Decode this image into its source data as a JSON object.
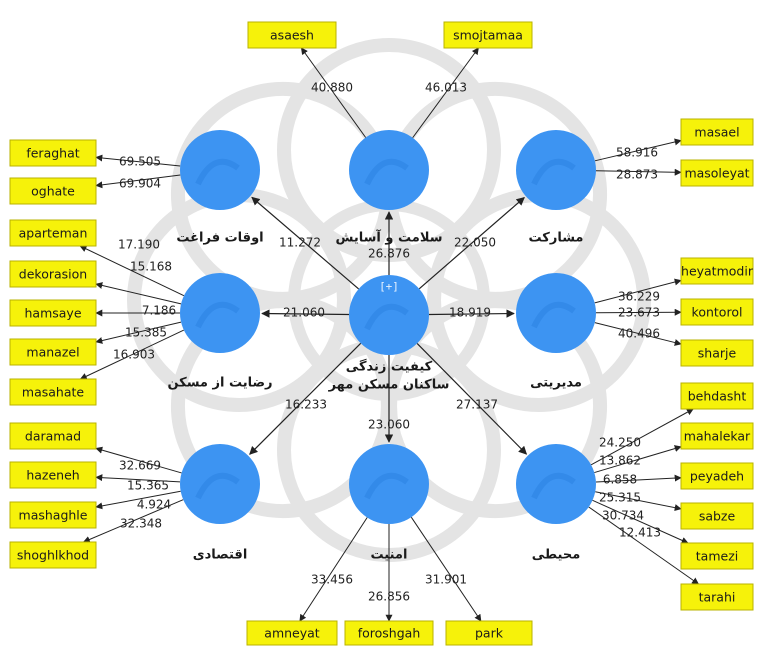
{
  "colors": {
    "construct": "#3d94f2",
    "construct_dark": "#2a7fe0",
    "indicator_fill": "#f6f20a",
    "indicator_border": "#b9b300",
    "arrow": "#222222",
    "watermark": "#e4e4e4"
  },
  "center": {
    "label_line1": "کیفیت زندگی",
    "label_line2": "ساکنان مسکن مهر",
    "expand_symbol": "[+]"
  },
  "constructs": [
    {
      "id": "salamat",
      "label": "سلامت و آسایش"
    },
    {
      "id": "oghat",
      "label": "اوقات فراغت"
    },
    {
      "id": "mosharekat",
      "label": "مشارکت"
    },
    {
      "id": "rezayat",
      "label": "رضایت از مسکن"
    },
    {
      "id": "modiriati",
      "label": "مدیریتی"
    },
    {
      "id": "eghtesadi",
      "label": "اقتصادی"
    },
    {
      "id": "amniat",
      "label": "امنیت"
    },
    {
      "id": "mohiti",
      "label": "محیطی"
    }
  ],
  "paths": [
    {
      "to": "salamat",
      "value": "26.876"
    },
    {
      "to": "oghat",
      "value": "11.272"
    },
    {
      "to": "mosharekat",
      "value": "22.050"
    },
    {
      "to": "rezayat",
      "value": "21.060"
    },
    {
      "to": "modiriati",
      "value": "18.919"
    },
    {
      "to": "eghtesadi",
      "value": "16.233"
    },
    {
      "to": "amniat",
      "value": "23.060"
    },
    {
      "to": "mohiti",
      "value": "27.137"
    }
  ],
  "indicators": [
    {
      "construct": "salamat",
      "name": "asaesh",
      "value": "40.880"
    },
    {
      "construct": "salamat",
      "name": "smojtamaa",
      "value": "46.013"
    },
    {
      "construct": "oghat",
      "name": "feraghat",
      "value": "69.505"
    },
    {
      "construct": "oghat",
      "name": "oghate",
      "value": "69.904"
    },
    {
      "construct": "mosharekat",
      "name": "masael",
      "value": "58.916"
    },
    {
      "construct": "mosharekat",
      "name": "masoleyat",
      "value": "28.873"
    },
    {
      "construct": "rezayat",
      "name": "aparteman",
      "value": "17.190"
    },
    {
      "construct": "rezayat",
      "name": "dekorasion",
      "value": "15.168"
    },
    {
      "construct": "rezayat",
      "name": "hamsaye",
      "value": "7.186"
    },
    {
      "construct": "rezayat",
      "name": "manazel",
      "value": "15.385"
    },
    {
      "construct": "rezayat",
      "name": "masahate",
      "value": "16.903"
    },
    {
      "construct": "modiriati",
      "name": "heyatmodir",
      "value": "36.229"
    },
    {
      "construct": "modiriati",
      "name": "kontorol",
      "value": "23.673"
    },
    {
      "construct": "modiriati",
      "name": "sharje",
      "value": "40.496"
    },
    {
      "construct": "eghtesadi",
      "name": "daramad",
      "value": "32.669"
    },
    {
      "construct": "eghtesadi",
      "name": "hazeneh",
      "value": "15.365"
    },
    {
      "construct": "eghtesadi",
      "name": "mashaghle",
      "value": "4.924"
    },
    {
      "construct": "eghtesadi",
      "name": "shoghlkhod",
      "value": "32.348"
    },
    {
      "construct": "amniat",
      "name": "amneyat",
      "value": "33.456"
    },
    {
      "construct": "amniat",
      "name": "foroshgah",
      "value": "26.856"
    },
    {
      "construct": "amniat",
      "name": "park",
      "value": "31.901"
    },
    {
      "construct": "mohiti",
      "name": "behdasht",
      "value": "24.250"
    },
    {
      "construct": "mohiti",
      "name": "mahalekar",
      "value": "13.862"
    },
    {
      "construct": "mohiti",
      "name": "peyadeh",
      "value": "6.858"
    },
    {
      "construct": "mohiti",
      "name": "sabze",
      "value": "25.315"
    },
    {
      "construct": "mohiti",
      "name": "tamezi",
      "value": "30.734"
    },
    {
      "construct": "mohiti",
      "name": "tarahi",
      "value": "12.413"
    }
  ]
}
